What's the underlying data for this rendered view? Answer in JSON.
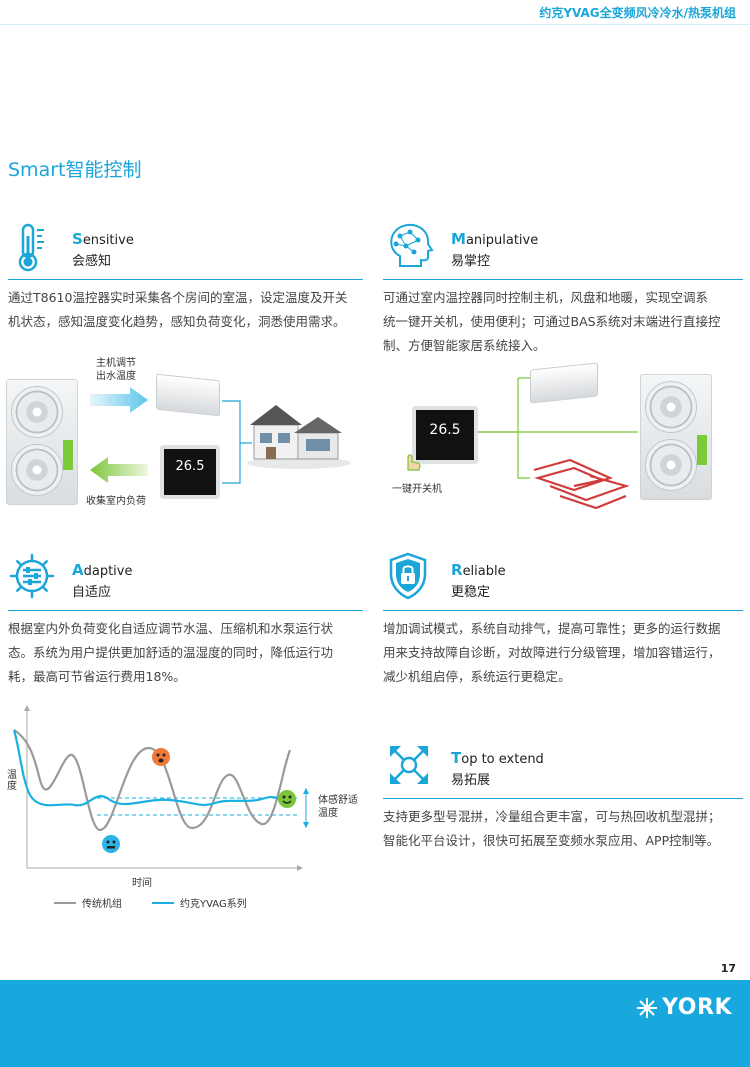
{
  "header": {
    "title": "约克YVAG全变频风冷冷水/热泵机组"
  },
  "section": {
    "title": "Smart智能控制"
  },
  "features": {
    "sensitive": {
      "letter": "S",
      "rest": "ensitive",
      "cn": "会感知",
      "icon": "thermometer-icon",
      "lines": [
        "通过T8610温控器实时采集各个房间的室温，设定温度及开关",
        "机状态，感知温度变化趋势，感知负荷变化，洞悉使用需求。"
      ]
    },
    "manipulative": {
      "letter": "M",
      "rest": "anipulative",
      "cn": "易掌控",
      "icon": "ai-head-icon",
      "lines": [
        "可通过室内温控器同时控制主机，风盘和地暖，实现空调系",
        "统一键开关机，使用便利；可通过BAS系统对末端进行直接控",
        "制、方便智能家居系统接入。"
      ]
    },
    "adaptive": {
      "letter": "A",
      "rest": "daptive",
      "cn": "自适应",
      "icon": "gear-sliders-icon",
      "lines": [
        "根据室内外负荷变化自适应调节水温、压缩机和水泵运行状",
        "态。系统为用户提供更加舒适的温湿度的同时，降低运行功",
        "耗，最高可节省运行费用18%。"
      ]
    },
    "reliable": {
      "letter": "R",
      "rest": "eliable",
      "cn": "更稳定",
      "icon": "shield-lock-icon",
      "lines": [
        "增加调试模式，系统自动排气，提高可靠性；更多的运行数据",
        "用来支持故障自诊断，对故障进行分级管理，增加容错运行，",
        "减少机组启停，系统运行更稳定。"
      ]
    },
    "extend": {
      "letter": "T",
      "rest": "op to extend",
      "cn": "易拓展",
      "icon": "expand-arrows-icon",
      "lines": [
        "支持更多型号混拼，冷量组合更丰富，可与热回收机型混拼；",
        "智能化平台设计，很快可拓展至变频水泵应用、APP控制等。"
      ]
    }
  },
  "diagram_left": {
    "label_top": "主机调节\n出水温度",
    "label_bottom": "收集室内负荷",
    "display": "26.5"
  },
  "diagram_right": {
    "label": "一键开关机",
    "display": "26.5"
  },
  "chart": {
    "ylabel": "温度",
    "xlabel": "时间",
    "band_label": "体感舒适\n温度",
    "legend_traditional": "传统机组",
    "legend_yvag": "约克YVAG系列",
    "colors": {
      "traditional": "#9a9a9a",
      "yvag": "#1ab0e0",
      "band": "#1ab0e0"
    }
  },
  "brand": {
    "name": "YORK"
  },
  "footer": {
    "page": "17"
  }
}
